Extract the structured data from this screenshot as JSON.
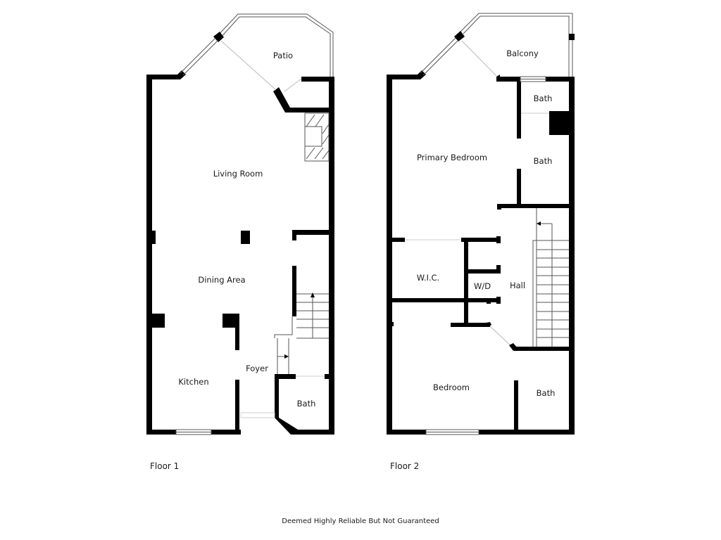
{
  "floors": [
    {
      "label": "Floor 1",
      "rooms": [
        {
          "name": "Patio"
        },
        {
          "name": "Living Room"
        },
        {
          "name": "Dining Area"
        },
        {
          "name": "Kitchen"
        },
        {
          "name": "Foyer"
        },
        {
          "name": "Bath"
        }
      ]
    },
    {
      "label": "Floor 2",
      "rooms": [
        {
          "name": "Balcony"
        },
        {
          "name": "Bath"
        },
        {
          "name": "Primary Bedroom"
        },
        {
          "name": "Bath"
        },
        {
          "name": "W.I.C."
        },
        {
          "name": "W/D"
        },
        {
          "name": "Hall"
        },
        {
          "name": "Bedroom"
        },
        {
          "name": "Bath"
        }
      ]
    }
  ],
  "disclaimer": "Deemed Highly Reliable But Not Guaranteed",
  "colors": {
    "wall": "#000000",
    "background": "#ffffff",
    "line": "#555555"
  }
}
